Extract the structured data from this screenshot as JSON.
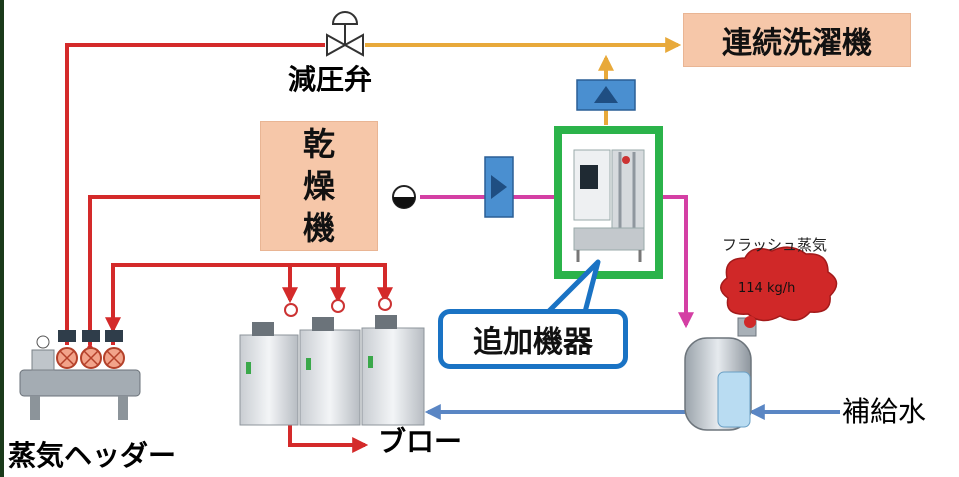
{
  "labels": {
    "pressure_valve": "減圧弁",
    "washer": "連続洗濯機",
    "dryer_chars": [
      "乾",
      "燥",
      "機"
    ],
    "added_equipment": "追加機器",
    "flash_steam": "フラッシュ蒸気",
    "flash_rate": "114 kg/h",
    "makeup_water": "補給水",
    "blow": "ブロー",
    "steam_header": "蒸気ヘッダー"
  },
  "colors": {
    "steam_line": "#d42a2a",
    "supply_line": "#e8a93a",
    "condensate_line": "#d43fa4",
    "water_line": "#5a86c4",
    "equipment_frame": "#2bb34a",
    "callout_border": "#1a73c4",
    "box_fill": "#f6c7a9"
  }
}
